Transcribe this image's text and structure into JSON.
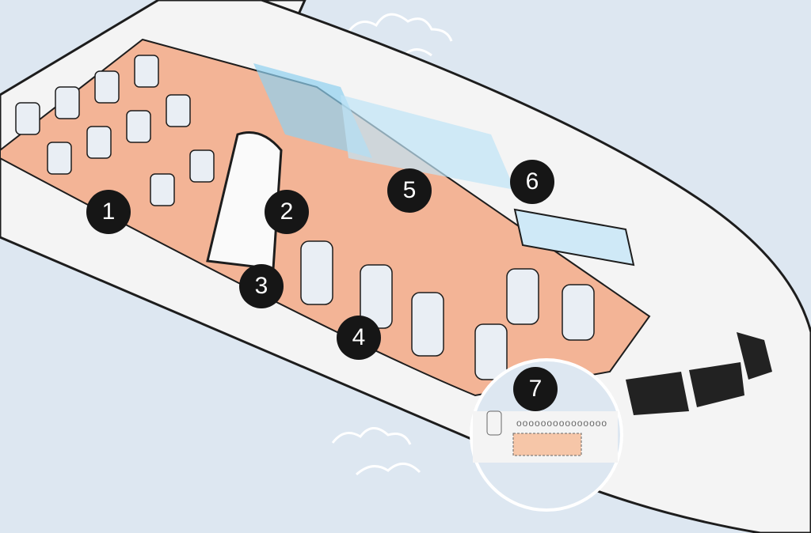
{
  "markers": [
    {
      "label": "1"
    },
    {
      "label": "2"
    },
    {
      "label": "3"
    },
    {
      "label": "4"
    },
    {
      "label": "5"
    },
    {
      "label": "6"
    },
    {
      "label": "7"
    }
  ],
  "detail_inset": {
    "window_row": "ooooooooooooooo"
  },
  "colors": {
    "sky": "#dde7f1",
    "fuselage": "#f4f4f4",
    "floor": "#f3b496",
    "seat": "#e9eef4",
    "outline": "#1d1d1d",
    "glass": "#8fd0f0"
  }
}
